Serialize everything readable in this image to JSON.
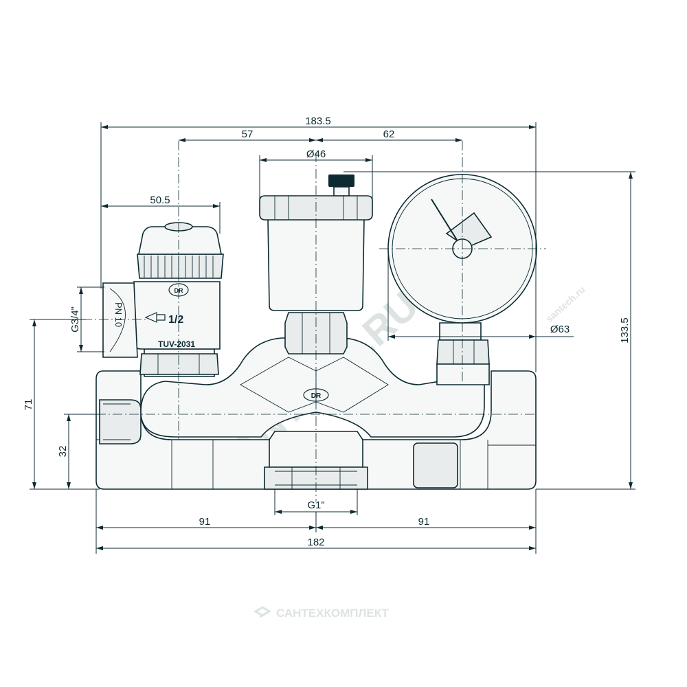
{
  "dimensions": {
    "overall_width_top": "183.5",
    "left_to_center": "57",
    "center_to_gauge": "62",
    "vent_diameter": "Ø46",
    "valve_offset": "50.5",
    "gauge_diameter": "Ø63",
    "overall_height": "133.5",
    "height_71": "71",
    "height_32": "32",
    "side_thread": "G3/4\"",
    "bottom_thread": "G1\"",
    "half_left": "91",
    "half_right": "91",
    "overall_width_bottom": "182"
  },
  "valve_markings": {
    "pressure": "PN 10",
    "size": "1/2",
    "model": "TUV-2031",
    "logo_valve": "DR",
    "logo_body": "DR"
  },
  "watermarks": {
    "diagonal": "SANTECH.RU",
    "small": "santech.ru",
    "footer": "САНТЕХКОМПЛЕКТ"
  },
  "colors": {
    "line": "#0c2a30",
    "fill": "#f6f7f7",
    "watermark": "#dde3e3"
  }
}
